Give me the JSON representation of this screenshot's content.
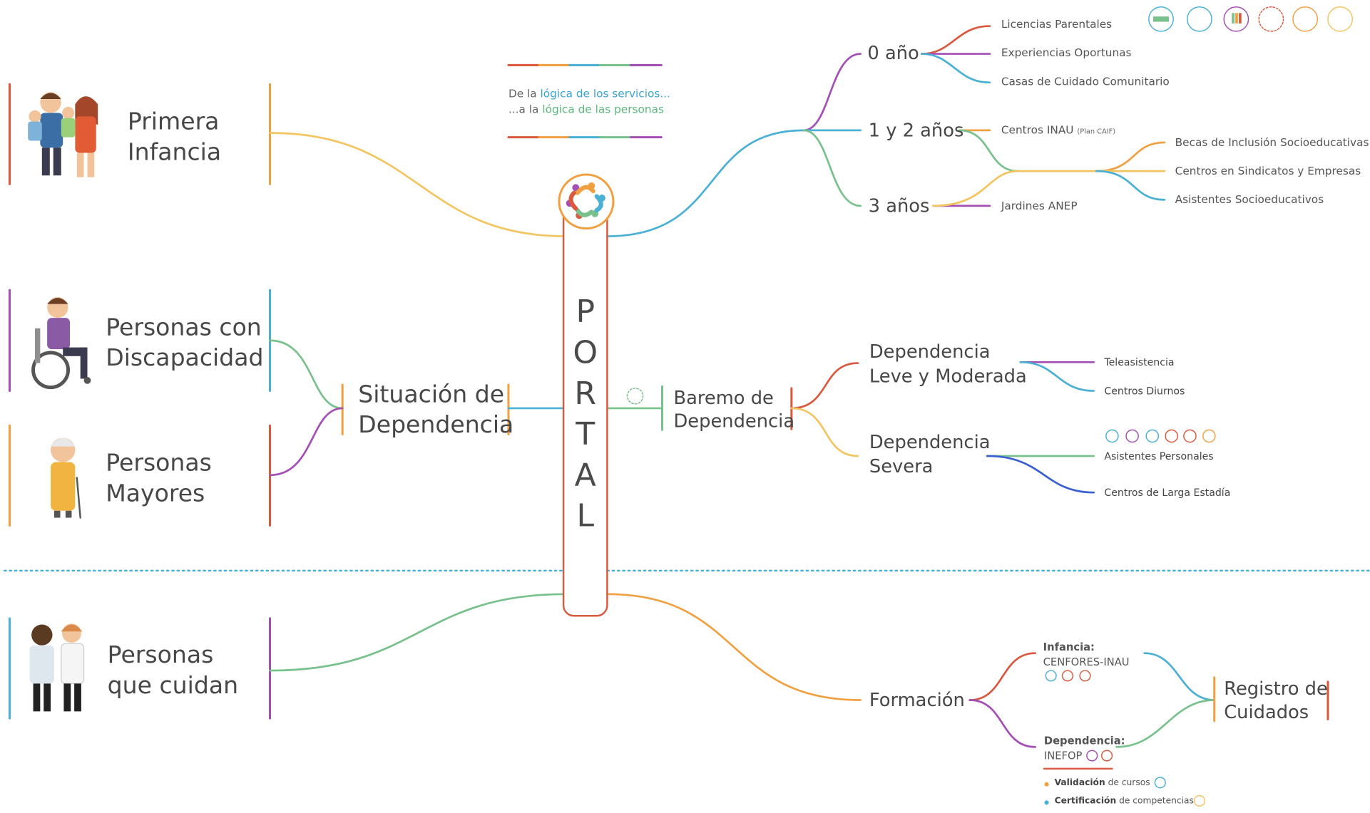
{
  "portal": {
    "letters": [
      "P",
      "O",
      "R",
      "T",
      "A",
      "L"
    ]
  },
  "quote": {
    "line1_pre": "De la ",
    "line1_hl": "lógica de los servicios...",
    "line2_pre": "...a la ",
    "line2_hl": "lógica de las personas"
  },
  "left_groups": {
    "primera_infancia": [
      "Primera",
      "Infancia"
    ],
    "discapacidad": [
      "Personas con",
      "Discapacidad"
    ],
    "mayores": [
      "Personas",
      "Mayores"
    ],
    "dependencia": [
      "Situación de",
      "Dependencia"
    ],
    "cuidan": [
      "Personas",
      "que cuidan"
    ]
  },
  "ages": {
    "age0": "0 año",
    "age12": "1 y 2 años",
    "age3": "3 años"
  },
  "services": {
    "licencias": "Licencias Parentales",
    "experiencias": "Experiencias Oportunas",
    "casas": "Casas de Cuidado Comunitario",
    "inau": "Centros INAU",
    "inau_note": "(Plan CAIF)",
    "becas": "Becas de Inclusión Socioeducativas",
    "sindicatos": "Centros en Sindicatos y Empresas",
    "asistentes_socio": "Asistentes Socioeducativos",
    "jardines": "Jardines ANEP"
  },
  "dependencia": {
    "baremo": [
      "Baremo de",
      "Dependencia"
    ],
    "leve": [
      "Dependencia",
      "Leve y Moderada"
    ],
    "severa": [
      "Dependencia",
      "Severa"
    ],
    "teleasistencia": "Teleasistencia",
    "diurnos": "Centros Diurnos",
    "asistentes": "Asistentes Personales",
    "larga": "Centros de Larga Estadía"
  },
  "formacion": {
    "title": "Formación",
    "infancia_label": "Infancia:",
    "infancia_value": "CENFORES-INAU",
    "dependencia_label": "Dependencia:",
    "dependencia_value": "INEFOP",
    "registro": [
      "Registro de",
      "Cuidados"
    ],
    "legend_validacion_b": "Validación",
    "legend_validacion_rest": " de cursos",
    "legend_certificacion_b": "Certificación",
    "legend_certificacion_rest": " de competencias"
  },
  "colors": {
    "orange": "#f0a040",
    "red": "#d9593f",
    "purple": "#a44fb4",
    "blue": "#4ab0d4",
    "green": "#78c08c",
    "yellow": "#f2c560",
    "darkblue": "#3a5fd0",
    "portal_border": "#d9593f"
  }
}
